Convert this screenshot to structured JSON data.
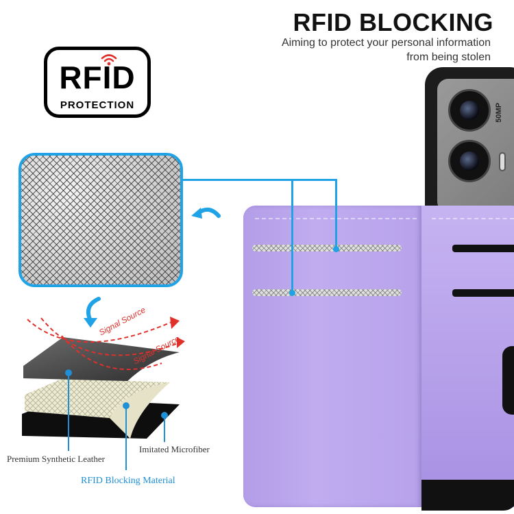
{
  "header": {
    "title": "RFID BLOCKING",
    "subtitle_line1": "Aiming to protect your personal information",
    "subtitle_line2": "from being stolen"
  },
  "badge": {
    "main_text": "RFID",
    "sub_text": "PROTECTION",
    "icon": "wifi-signal-icon"
  },
  "camera": {
    "label": "50MP"
  },
  "diagram": {
    "signal_label_1": "Signal Source",
    "signal_label_2": "Signal Source",
    "labels": {
      "leather": "Premium Synthetic Leather",
      "microfiber": "Imitated Microfiber",
      "rfid_material": "RFID Blocking Material"
    }
  },
  "colors": {
    "accent_blue": "#1fa3e6",
    "wallet_purple": "#b9a4ec",
    "signal_red": "#e0302a"
  }
}
